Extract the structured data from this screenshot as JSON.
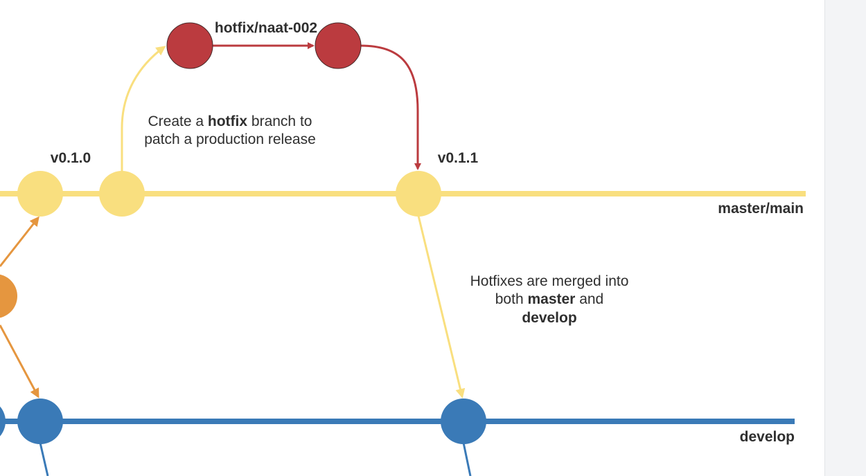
{
  "colors": {
    "master": "#f9df7f",
    "develop": "#3a7ab7",
    "release": "#e5963f",
    "hotfix": "#bb3b3f",
    "hotfix_stroke": "#4a2a2a",
    "text": "#2f2f2f"
  },
  "labels": {
    "hotfix_branch": "hotfix/naat-002",
    "tag_v010": "v0.1.0",
    "tag_v011": "v0.1.1",
    "branch_master": "master/main",
    "branch_develop": "develop"
  },
  "notes": {
    "create_hotfix": {
      "line1_pre": "Create a ",
      "line1_bold": "hotfix",
      "line1_post": " branch to",
      "line2": "patch a production release"
    },
    "hotfix_merge": {
      "line1": "Hotfixes are merged into",
      "line2_pre": "both ",
      "line2_bold": "master",
      "line2_post": " and",
      "line3_bold": "develop"
    }
  },
  "icons": {
    "arrowhead": "arrowhead-icon"
  }
}
